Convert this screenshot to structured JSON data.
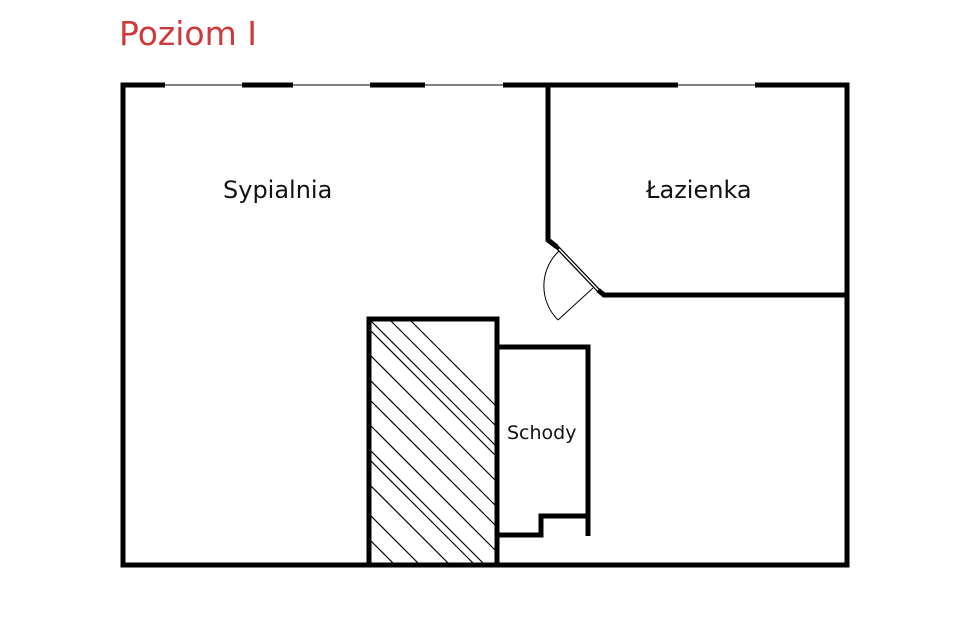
{
  "title": "Poziom I",
  "rooms": {
    "bedroom": "Sypialnia",
    "bathroom": "Łazienka",
    "stairs": "Schody"
  },
  "colors": {
    "title": "#d0393b",
    "walls": "#000000"
  }
}
